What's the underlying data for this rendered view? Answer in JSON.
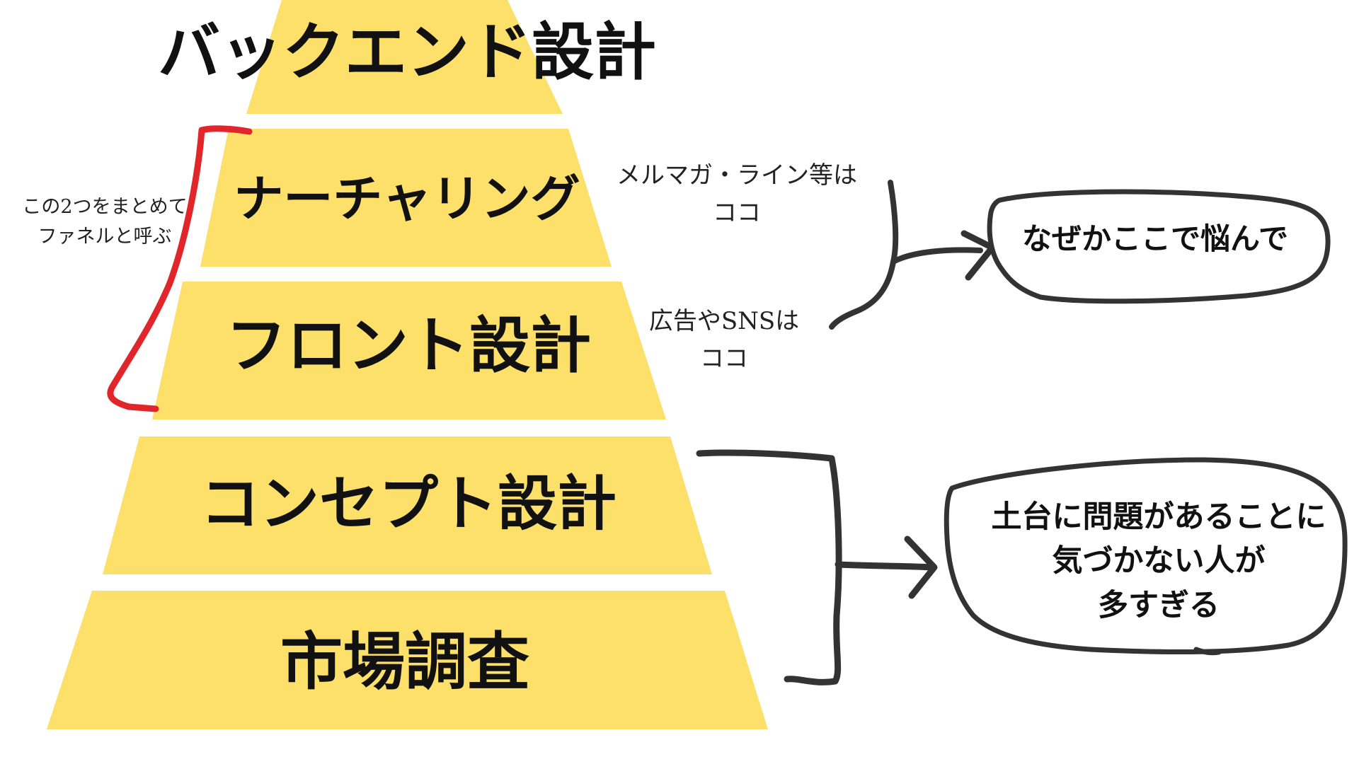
{
  "pyramid": {
    "fill_color": "#fce06a",
    "tiers": [
      {
        "label": "バックエンド設計"
      },
      {
        "label": "ナーチャリング"
      },
      {
        "label": "フロント設計"
      },
      {
        "label": "コンセプト設計"
      },
      {
        "label": "市場調査"
      }
    ]
  },
  "annotations": {
    "funnel_note": "この2つをまとめて\nファネルと呼ぶ",
    "nurturing_note": "メルマガ・ライン等は\nココ",
    "front_note": "広告やSNSは\nココ",
    "bracket_color": "#e0262a",
    "ink_color": "#333333"
  },
  "bubbles": {
    "top": "なぜかここで悩んで",
    "bottom": "土台に問題があることに\n気づかない人が\n多すぎる"
  }
}
